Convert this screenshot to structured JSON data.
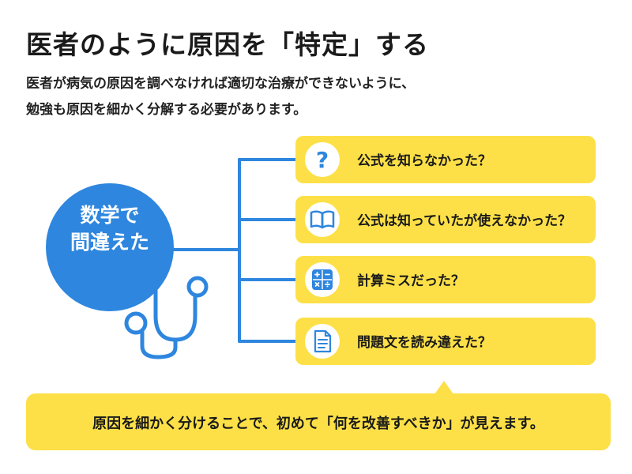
{
  "title": "医者のように原因を「特定」する",
  "description": {
    "line1": "医者が病気の原因を調べなければ適切な治療ができないように、",
    "line2": "勉強も原因を細かく分解する必要があります。"
  },
  "center": {
    "line1": "数学で",
    "line2": "間違えた",
    "icon": "stethoscope-icon"
  },
  "causes": [
    {
      "label": "公式を知らなかった？",
      "icon": "question-icon"
    },
    {
      "label": "公式は知っていたが使えなかった？",
      "icon": "book-icon"
    },
    {
      "label": "計算ミスだった？",
      "icon": "calculator-icon"
    },
    {
      "label": "問題文を読み違えた？",
      "icon": "document-icon"
    }
  ],
  "footer": {
    "text": "原因を細かく分けることで、初めて「何を改善すべきか」が見えます。"
  },
  "colors": {
    "accent_blue": "#2e86de",
    "highlight_yellow": "#fde047",
    "text": "#1a1a1a"
  }
}
